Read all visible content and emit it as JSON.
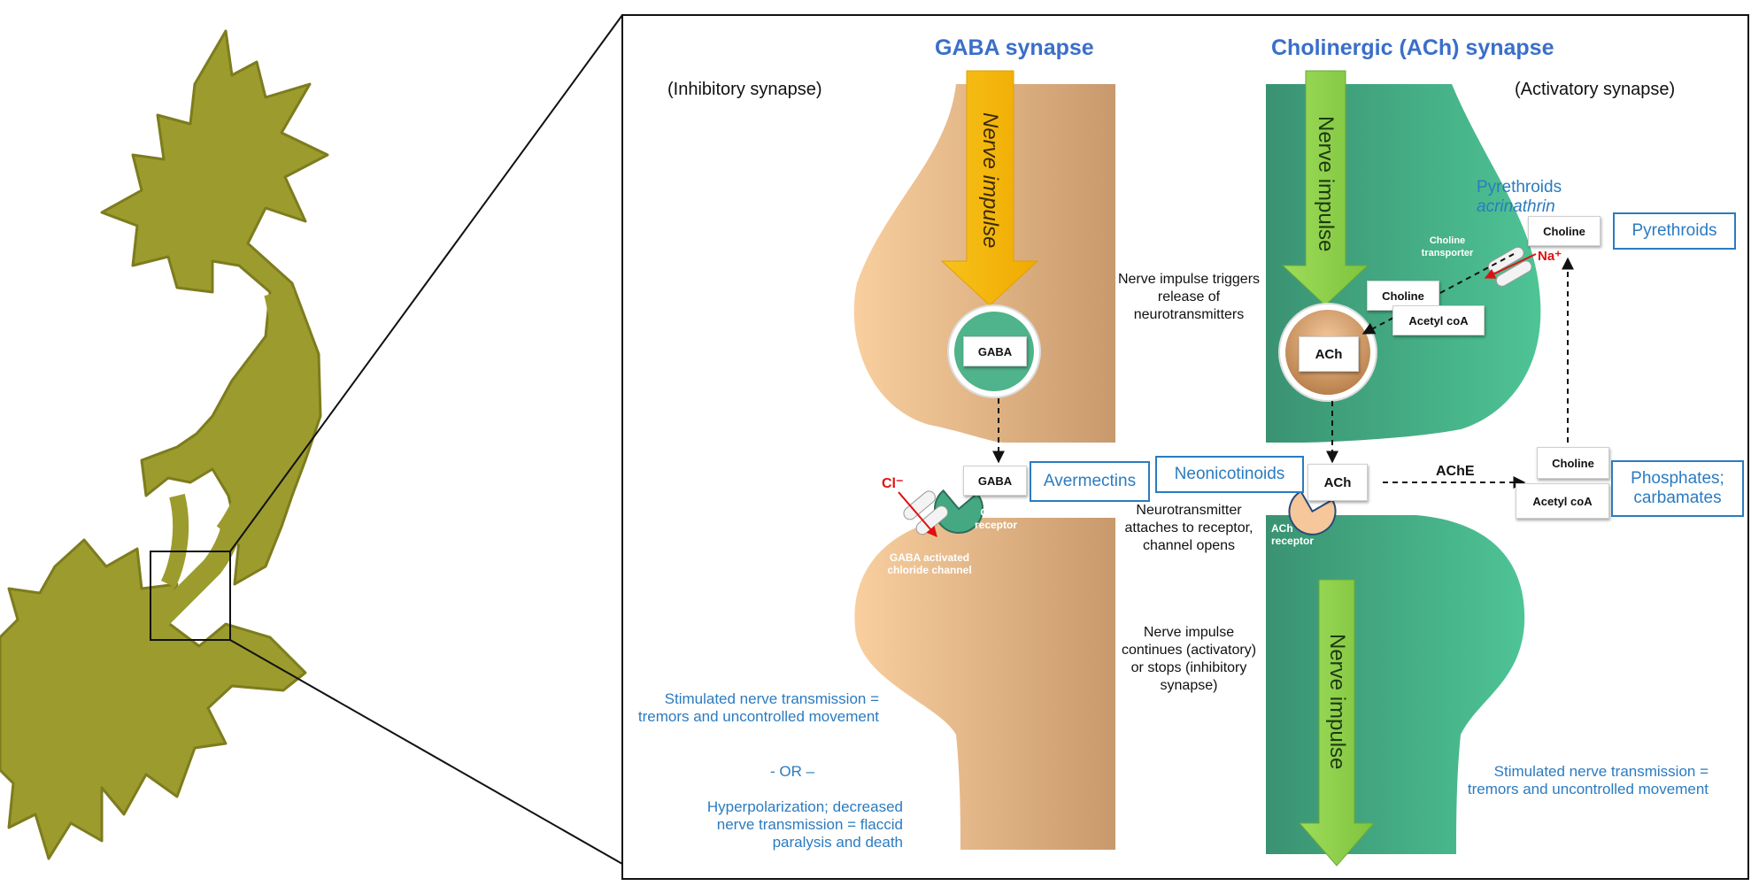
{
  "diagram": {
    "gaba": {
      "title": "GABA synapse",
      "subtitle": "(Inhibitory synapse)",
      "arrow_text": "Nerve impulse",
      "vesicle_label": "GABA",
      "cleft_label": "GABA",
      "receptor_label": "GABA receptor",
      "channel_label": "GABA activated chloride channel",
      "ion": "Cl⁻",
      "pesticide": "Avermectins",
      "outcome_1": "Stimulated nerve transmission = tremors and uncontrolled movement",
      "or_text": "-   OR –",
      "outcome_2": "Hyperpolarization; decreased nerve transmission = flaccid paralysis and death"
    },
    "middle": {
      "step_1": "Nerve impulse triggers release of neurotransmitters",
      "step_2": "Neurotransmitter attaches to receptor, channel opens",
      "step_3": "Nerve impulse continues (activatory) or stops (inhibitory synapse)"
    },
    "ach": {
      "title": "Cholinergic (ACh) synapse",
      "subtitle": "(Activatory synapse)",
      "arrow_text_top": "Nerve impulse",
      "arrow_text_bottom": "Nerve impulse",
      "vesicle_label": "ACh",
      "cleft_label": "ACh",
      "receptor_label": "ACh receptor",
      "pesticide_neonic": "Neonicotinoids",
      "pyrethroids_note": "Pyrethroids",
      "pyrethroids_note_italic": "acrinathrin",
      "transporter_label": "Choline transporter",
      "ion": "Na⁺",
      "choline_inner": "Choline",
      "acetyl_inner": "Acetyl coA",
      "choline_top": "Choline",
      "pesticide_pyrethroids": "Pyrethroids",
      "enzyme": "AChE",
      "choline_right": "Choline",
      "acetyl_right": "Acetyl coA",
      "pesticide_phosphates": "Phosphates; carbamates",
      "outcome": "Stimulated nerve transmission = tremors and uncontrolled movement"
    },
    "colors": {
      "title_blue": "#3a6fc9",
      "pesticide_blue": "#2b7bc0",
      "neuron_olive": "#9c9b2d",
      "gaba_tan": "#e2aa78",
      "ach_green": "#3fae85",
      "impulse_yellow": "#f5b800",
      "impulse_green": "#8fd14f",
      "ion_red": "#e01010"
    }
  }
}
